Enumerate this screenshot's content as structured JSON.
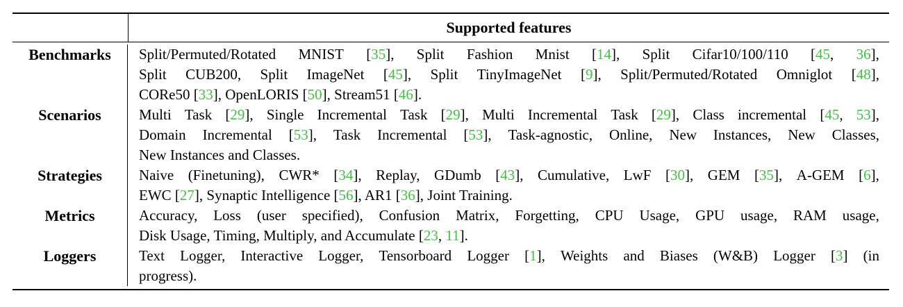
{
  "header": {
    "title": "Supported features"
  },
  "rows": [
    {
      "category": "Benchmarks",
      "lines": [
        "Split/Permuted/Rotated MNIST [35], Split Fashion Mnist [14], Split Cifar10/100/110 [45, 36],",
        "Split CUB200, Split ImageNet [45], Split TinyImageNet [9], Split/Permuted/Rotated Omniglot [48],",
        "CORe50 [33], OpenLORIS [50], Stream51 [46]."
      ]
    },
    {
      "category": "Scenarios",
      "lines": [
        "Multi Task [29], Single Incremental Task [29], Multi Incremental Task [29], Class incremental [45, 53],",
        "Domain Incremental [53], Task Incremental [53], Task-agnostic, Online, New Instances, New Classes,",
        "New Instances and Classes."
      ]
    },
    {
      "category": "Strategies",
      "lines": [
        "Naive (Finetuning), CWR* [34], Replay, GDumb [43], Cumulative, LwF [30], GEM [35], A-GEM [6],",
        "EWC [27], Synaptic Intelligence [56], AR1 [36], Joint Training."
      ]
    },
    {
      "category": "Metrics",
      "lines": [
        "Accuracy, Loss (user specified), Confusion Matrix, Forgetting, CPU Usage, GPU usage, RAM usage,",
        "Disk Usage, Timing, Multiply, and Accumulate [23, 11]."
      ]
    },
    {
      "category": "Loggers",
      "lines": [
        "Text Logger, Interactive Logger, Tensorboard Logger [1], Weights and Biases (W&B) Logger [3] (in",
        "progress)."
      ]
    }
  ],
  "colors": {
    "citation": "#3ec43e",
    "text": "#000000"
  }
}
